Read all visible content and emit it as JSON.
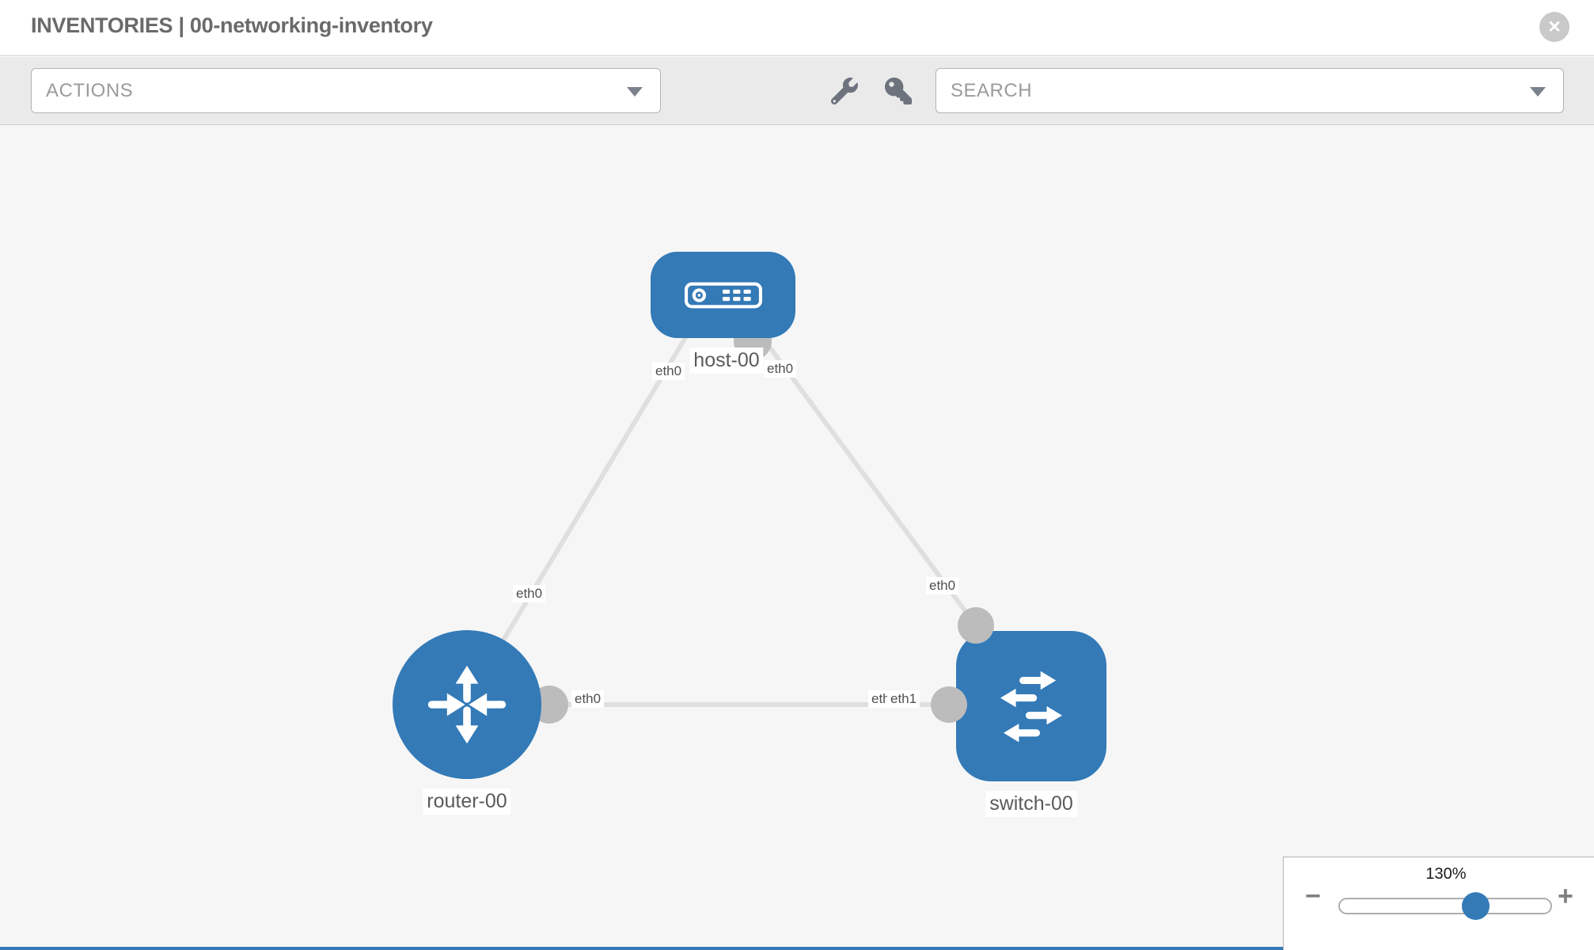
{
  "header": {
    "title": "INVENTORIES | 00-networking-inventory",
    "close_glyph": "✕"
  },
  "toolbar": {
    "actions_placeholder": "ACTIONS",
    "search_placeholder": "SEARCH"
  },
  "topology": {
    "nodes": [
      {
        "id": "host-00",
        "label": "host-00",
        "kind": "host"
      },
      {
        "id": "router-00",
        "label": "router-00",
        "kind": "router"
      },
      {
        "id": "switch-00",
        "label": "switch-00",
        "kind": "switch"
      }
    ],
    "interface_labels": [
      {
        "edge": "host-router",
        "end": "host",
        "label": "eth0"
      },
      {
        "edge": "host-switch",
        "end": "host",
        "label": "eth0"
      },
      {
        "edge": "host-router",
        "end": "router",
        "label": "eth0"
      },
      {
        "edge": "host-switch",
        "end": "switch",
        "label": "eth0"
      },
      {
        "edge": "router-switch",
        "end": "router",
        "label": "eth0"
      },
      {
        "edge": "router-switch",
        "end": "switch",
        "label": "eth1"
      },
      {
        "edge": "router-switch",
        "end": "switch-behind",
        "label": "eth0"
      }
    ]
  },
  "zoom_control": {
    "level": "130%",
    "minus_glyph": "−",
    "plus_glyph": "+"
  },
  "colors": {
    "node_blue": "#337ab7",
    "edge_gray": "#dfdfdf",
    "interface_gray": "#bcbcbc",
    "canvas_bg": "#f6f6f6",
    "toolbar_bg": "#eaeaea"
  }
}
